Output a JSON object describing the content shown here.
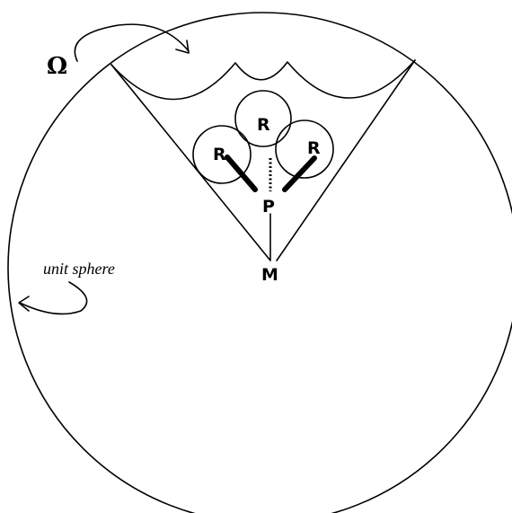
{
  "labels": {
    "omega": "Ω",
    "unit_sphere": "unit sphere",
    "root_top": "R",
    "root_left": "R",
    "root_right": "R",
    "point_p": "P",
    "point_m": "M"
  },
  "colors": {
    "ink": "#000000",
    "background": "#ffffff"
  }
}
